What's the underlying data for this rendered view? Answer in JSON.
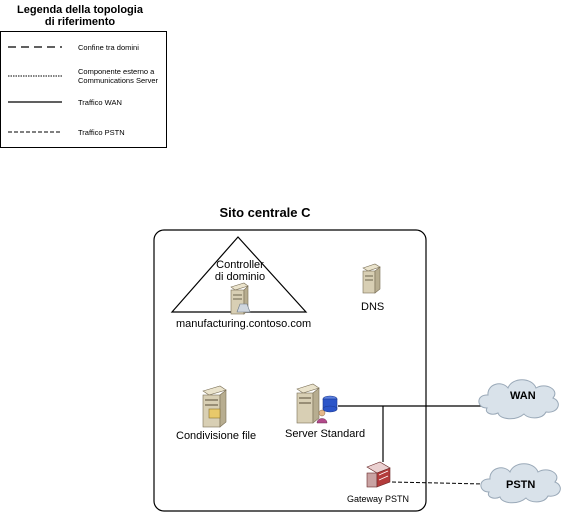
{
  "legend": {
    "title_line1": "Legenda della topologia",
    "title_line2": "di riferimento",
    "items": [
      {
        "label_line1": "Confine tra domini",
        "label_line2": ""
      },
      {
        "label_line1": "Componente esterno a",
        "label_line2": "Communications Server"
      },
      {
        "label_line1": "Traffico WAN",
        "label_line2": ""
      },
      {
        "label_line1": "Traffico PSTN",
        "label_line2": ""
      }
    ]
  },
  "site": {
    "title": "Sito centrale C",
    "domain_controller_line1": "Controller",
    "domain_controller_line2": "di dominio",
    "domain_name": "manufacturing.contoso.com",
    "dns": "DNS",
    "file_share": "Condivisione file",
    "standard_server": "Server Standard",
    "pstn_gateway": "Gateway PSTN"
  },
  "clouds": {
    "wan": "WAN",
    "pstn": "PSTN"
  },
  "colors": {
    "cloud_fill": "#d9e2ea",
    "server_body": "#d8cfb4",
    "db_blue": "#2b55c9",
    "gateway_red": "#b33b3b"
  }
}
